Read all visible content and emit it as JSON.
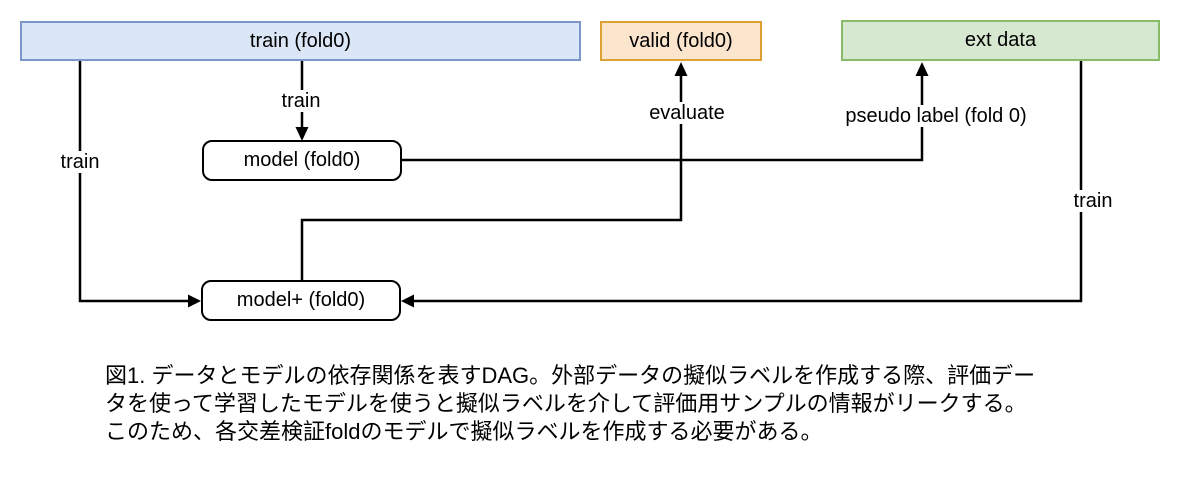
{
  "diagram": {
    "nodes": {
      "train": {
        "label": "train (fold0)",
        "fill": "#dbe6f6",
        "stroke": "#7b97c9"
      },
      "valid": {
        "label": "valid (fold0)",
        "fill": "#fce5cd",
        "stroke": "#dda032"
      },
      "ext_data": {
        "label": "ext data",
        "fill": "#d7e8d0",
        "stroke": "#87ba69"
      },
      "model": {
        "label": "model (fold0)",
        "fill": "#ffffff",
        "stroke": "#000000"
      },
      "model_plus": {
        "label": "model+ (fold0)",
        "fill": "#ffffff",
        "stroke": "#000000"
      }
    },
    "edges": {
      "train_to_model": {
        "label": "train"
      },
      "train_to_model_plus": {
        "label": "train"
      },
      "model_plus_to_valid": {
        "label": "evaluate"
      },
      "model_to_ext_data": {
        "label": "pseudo label (fold 0)"
      },
      "ext_data_to_model_plus": {
        "label": "train"
      }
    },
    "line_color": "#000000"
  },
  "caption": {
    "lines": [
      "図1. データとモデルの依存関係を表すDAG。外部データの擬似ラベルを作成する際、評価デー",
      "タを使って学習したモデルを使うと擬似ラベルを介して評価用サンプルの情報がリークする。",
      "このため、各交差検証foldのモデルで擬似ラベルを作成する必要がある。"
    ]
  }
}
